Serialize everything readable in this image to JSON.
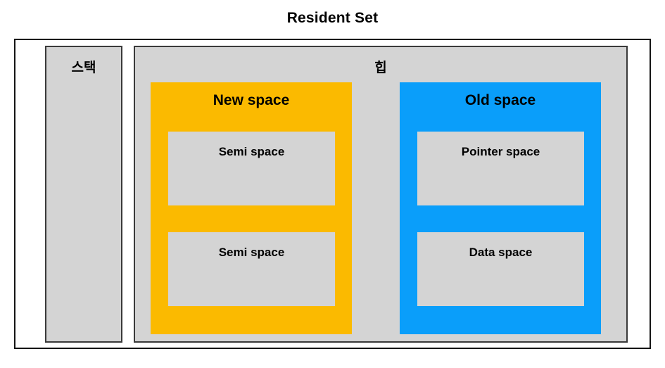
{
  "diagram": {
    "title": "Resident Set",
    "colors": {
      "new_space": "#fbba00",
      "old_space": "#0a9efa",
      "region_gray": "#d4d4d4",
      "frame_border": "#141414",
      "text": "#000000"
    },
    "regions": [
      {
        "key": "stack",
        "label": "스택",
        "children": []
      },
      {
        "key": "heap",
        "label": "힙",
        "children": [
          {
            "key": "new_space",
            "label": "New space",
            "color": "#fbba00",
            "subspaces": [
              {
                "key": "semi_space_1",
                "label": "Semi space"
              },
              {
                "key": "semi_space_2",
                "label": "Semi space"
              }
            ]
          },
          {
            "key": "old_space",
            "label": "Old space",
            "color": "#0a9efa",
            "subspaces": [
              {
                "key": "pointer_space",
                "label": "Pointer space"
              },
              {
                "key": "data_space",
                "label": "Data space"
              }
            ]
          }
        ]
      }
    ]
  }
}
